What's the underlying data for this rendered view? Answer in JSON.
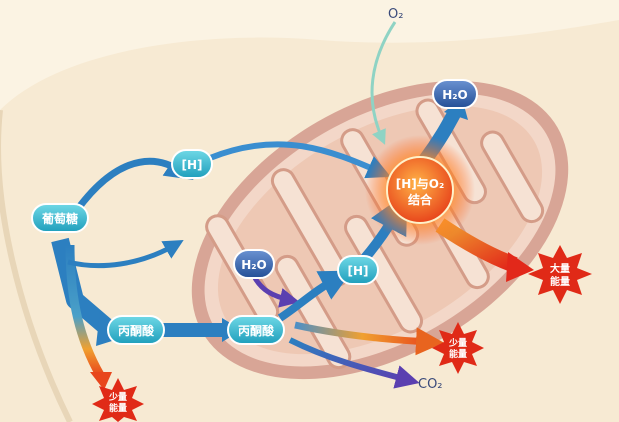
{
  "colors": {
    "background": "#fbf3e3",
    "cell_region": "#f7ead3",
    "membrane_outer": "#d8a596",
    "membrane_inner": "#f3d7c8",
    "matrix": "#eec8b4",
    "node_teal": "#39b8cf",
    "node_blue": "#2f62a8",
    "arrow_blue": "#2c7fc0",
    "arrow_purple": "#5b4bb0",
    "arrow_orange": "#e8641f",
    "arrow_red": "#e23a1e",
    "burst_red": "#e02a17",
    "o2_line": "#8fd3c4"
  },
  "nodes": {
    "glucose": "葡萄糖",
    "h_cytoplasm": "[H]",
    "pyruvate_cytoplasm": "丙酮酸",
    "pyruvate_mito": "丙酮酸",
    "h2o_in": "H₂O",
    "h_mito": "[H]",
    "h2o_out": "H₂O",
    "combine_line1": "[H]与O₂",
    "combine_line2": "结合"
  },
  "labels": {
    "o2": "O₂",
    "co2": "CO₂"
  },
  "energy": {
    "small_cytoplasm": [
      "少量",
      "能量"
    ],
    "small_mito": [
      "少量",
      "能量"
    ],
    "large": [
      "大量",
      "能量"
    ]
  }
}
